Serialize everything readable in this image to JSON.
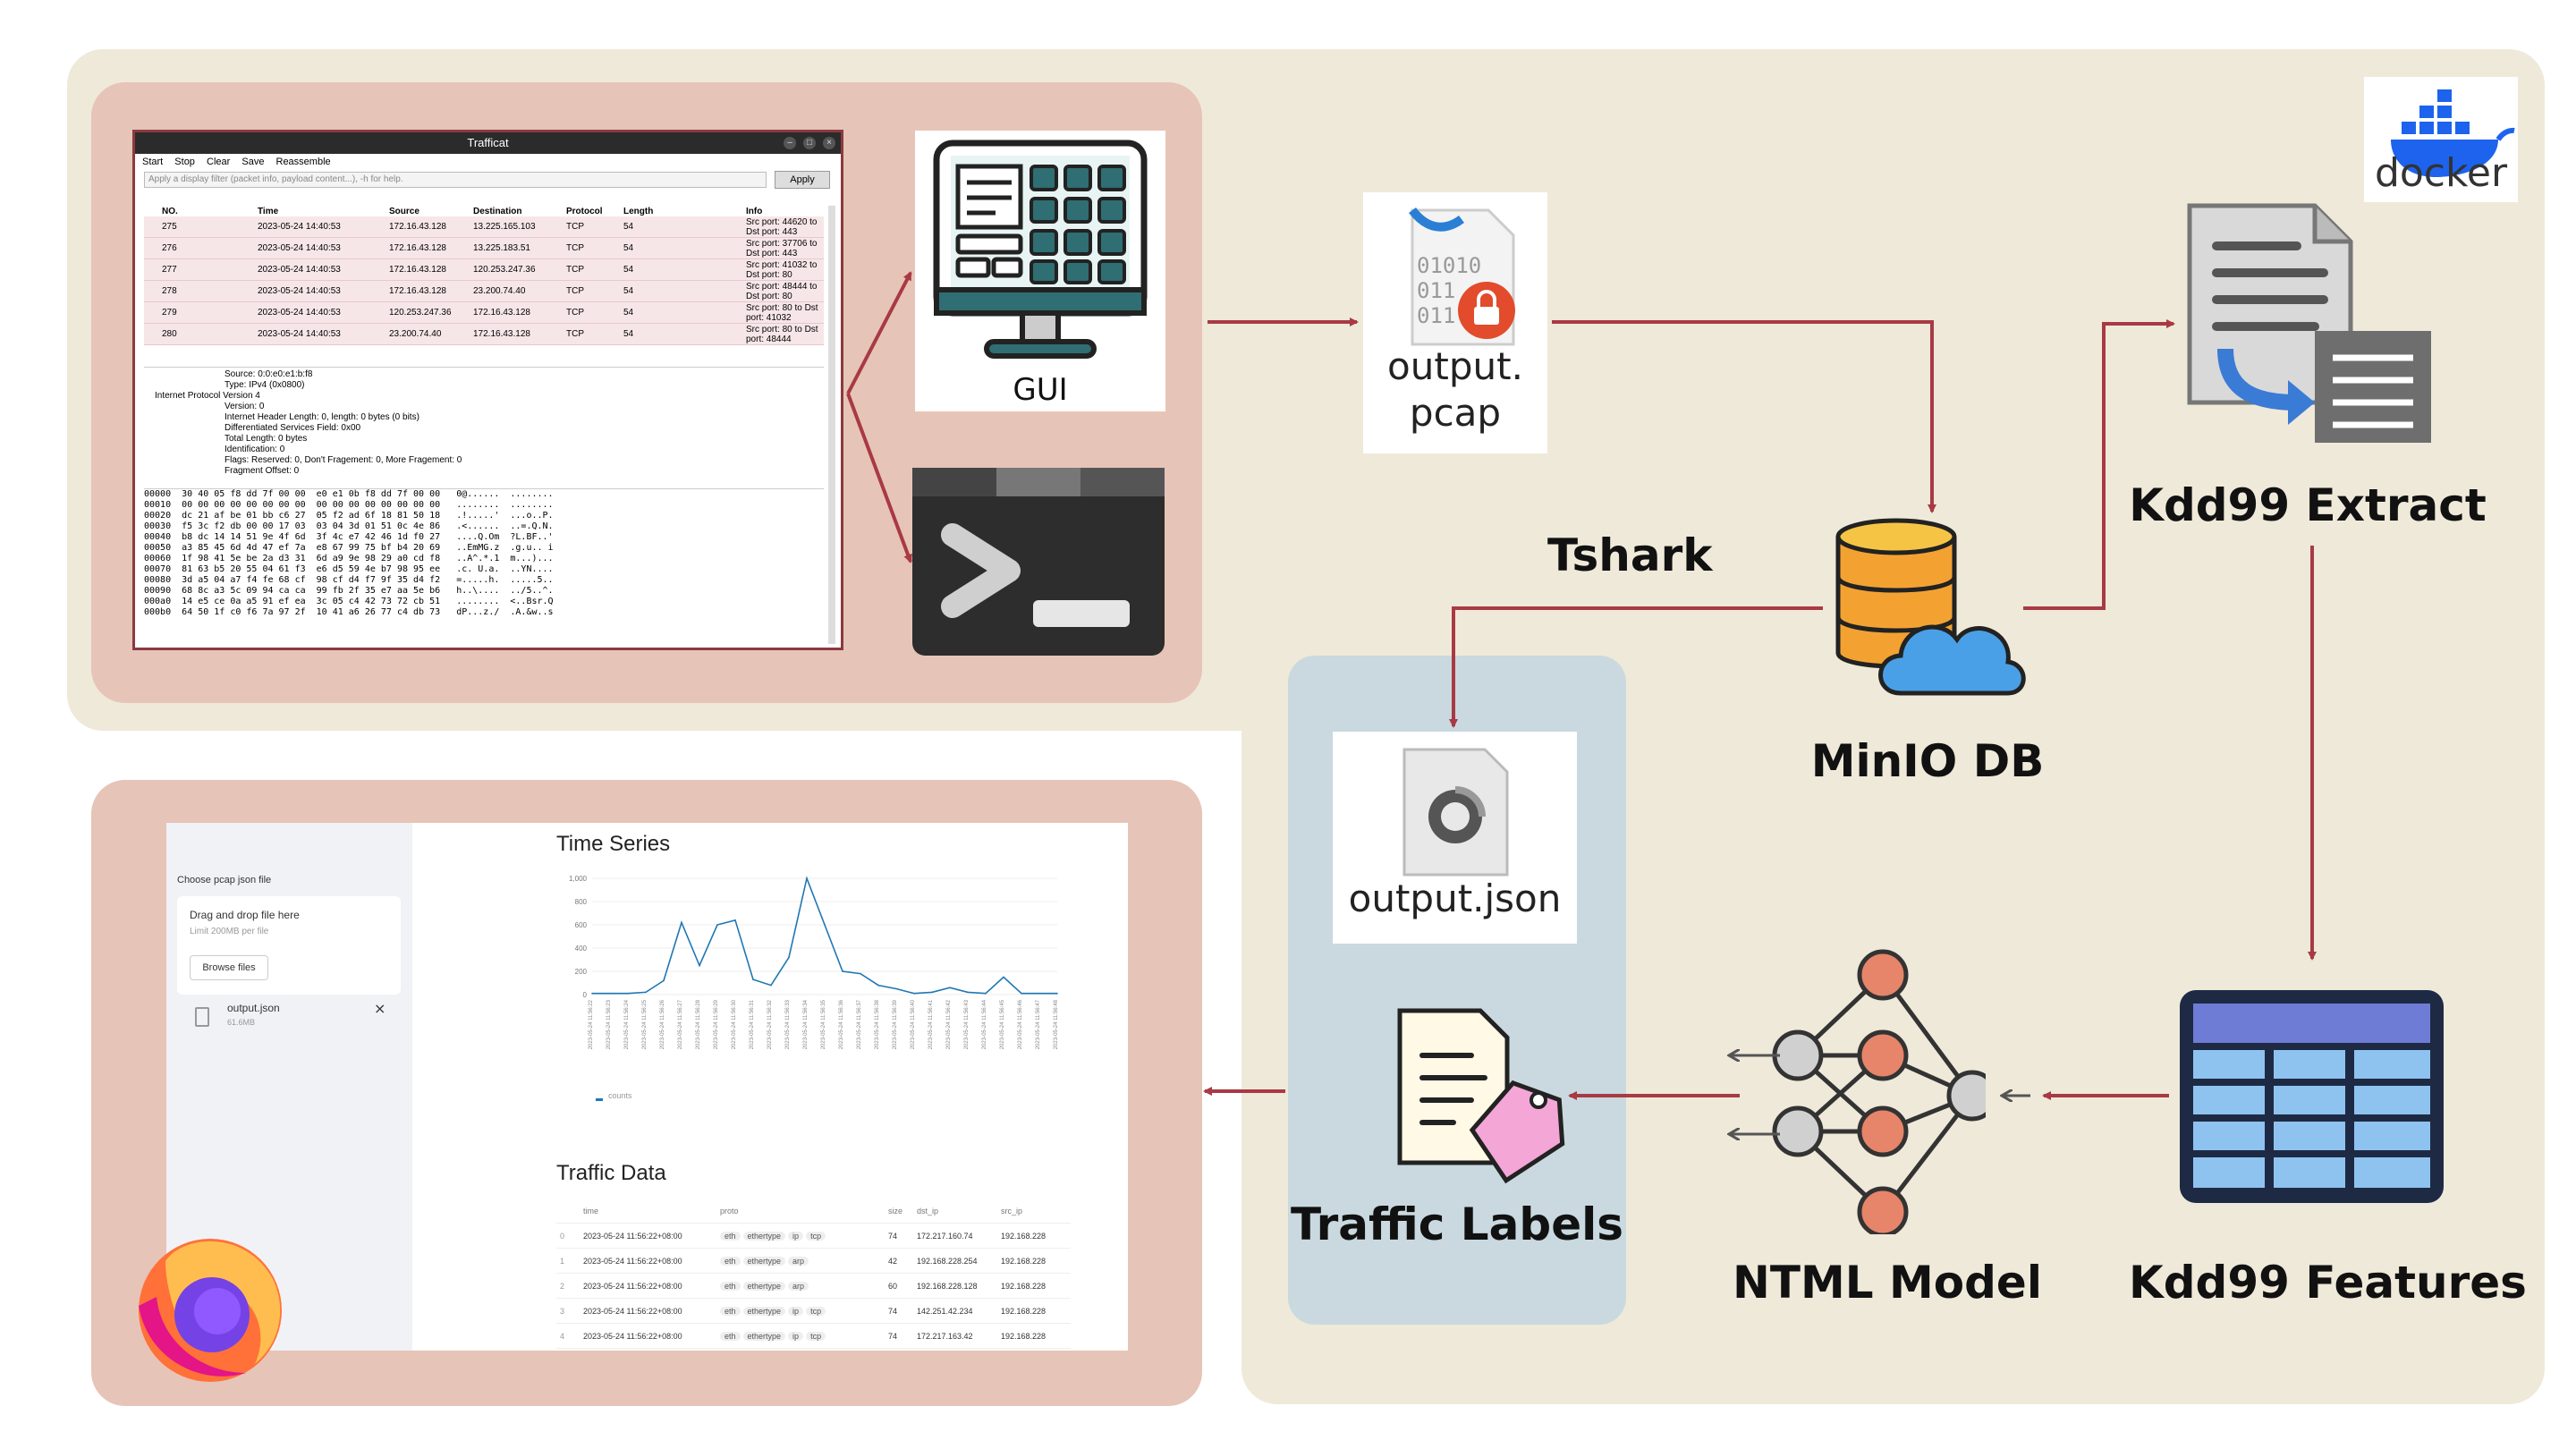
{
  "trafficat": {
    "title": "Trafficat",
    "menu": [
      "Start",
      "Stop",
      "Clear",
      "Save",
      "Reassemble"
    ],
    "filter_placeholder": "Apply a display filter (packet info, payload content...), -h for help.",
    "apply_label": "Apply",
    "columns": [
      "NO.",
      "Time",
      "Source",
      "Destination",
      "Protocol",
      "Length",
      "Info"
    ],
    "rows": [
      [
        "275",
        "2023-05-24 14:40:53",
        "172.16.43.128",
        "13.225.165.103",
        "TCP",
        "54",
        "Src port: 44620 to Dst port: 443"
      ],
      [
        "276",
        "2023-05-24 14:40:53",
        "172.16.43.128",
        "13.225.183.51",
        "TCP",
        "54",
        "Src port: 37706 to Dst port: 443"
      ],
      [
        "277",
        "2023-05-24 14:40:53",
        "172.16.43.128",
        "120.253.247.36",
        "TCP",
        "54",
        "Src port: 41032 to Dst port: 80"
      ],
      [
        "278",
        "2023-05-24 14:40:53",
        "172.16.43.128",
        "23.200.74.40",
        "TCP",
        "54",
        "Src port: 48444 to Dst port: 80"
      ],
      [
        "279",
        "2023-05-24 14:40:53",
        "120.253.247.36",
        "172.16.43.128",
        "TCP",
        "54",
        "Src port: 80 to Dst port: 41032"
      ],
      [
        "280",
        "2023-05-24 14:40:53",
        "23.200.74.40",
        "172.16.43.128",
        "TCP",
        "54",
        "Src port: 80 to Dst port: 48444"
      ]
    ],
    "details": [
      "Source: 0:0:e0:e1:b:f8",
      "Type: IPv4 (0x0800)",
      "Internet Protocol Version 4",
      "Version: 0",
      "Internet Header Length: 0, length: 0 bytes (0 bits)",
      "Differentiated Services Field: 0x00",
      "Total Length: 0 bytes",
      "Identification: 0",
      "Flags: Reserved: 0, Don't Fragement: 0, More Fragement: 0",
      "Fragment Offset: 0"
    ],
    "hex_lines": [
      "00000  30 40 05 f8 dd 7f 00 00  e0 e1 0b f8 dd 7f 00 00   0@......  ........",
      "00010  00 00 00 00 00 00 00 00  00 00 00 00 00 00 00 00   ........  ........",
      "00020  dc 21 af be 01 bb c6 27  05 f2 ad 6f 18 81 50 18   .!.....'  ...o..P.",
      "00030  f5 3c f2 db 00 00 17 03  03 04 3d 01 51 0c 4e 86   .<......  ..=.Q.N.",
      "00040  b8 dc 14 14 51 9e 4f 6d  3f 4c e7 42 46 1d f0 27   ....Q.Om  ?L.BF..'",
      "00050  a3 85 45 6d 4d 47 ef 7a  e8 67 99 75 bf b4 20 69   ..EmMG.z  .g.u.. i",
      "00060  1f 98 41 5e be 2a d3 31  6d a9 9e 98 29 a0 cd f8   ..A^.*.1  m...)...",
      "00070  81 63 b5 20 55 04 61 f3  e6 d5 59 4e b7 98 95 ee   .c. U.a.  ..YN....",
      "00080  3d a5 04 a7 f4 fe 68 cf  98 cf d4 f7 9f 35 d4 f2   =.....h.  .....5..",
      "00090  68 8c a3 5c 09 94 ca ca  99 fb 2f 35 e7 aa 5e b6   h..\\....  ../5..^.",
      "000a0  14 e5 ce 0a a5 91 ef ea  3c 05 c4 42 73 72 cb 51   ........  <..Bsr.Q",
      "000b0  64 50 1f c0 f6 7a 97 2f  10 41 a6 26 77 c4 db 73   dP...z./  .A.&w..s"
    ]
  },
  "labels": {
    "gui": "GUI",
    "output_pcap_line1": "output.",
    "output_pcap_line2": "pcap",
    "pcap_bits": [
      "01010",
      "011",
      "011"
    ],
    "tshark": "Tshark",
    "minio": "MinIO DB",
    "kdd99_extract": "Kdd99 Extract",
    "kdd99_features": "Kdd99 Features",
    "ntml_model": "NTML Model",
    "traffic_labels": "Traffic Labels",
    "output_json": "output.json",
    "docker": "docker"
  },
  "streamlit": {
    "upload_label": "Choose pcap json file",
    "dropzone_title": "Drag and drop file here",
    "dropzone_limit": "Limit 200MB per file",
    "browse_label": "Browse files",
    "file_name": "output.json",
    "file_size": "61.6MB",
    "time_series_title": "Time Series",
    "traffic_data_title": "Traffic Data",
    "table_columns": [
      "",
      "time",
      "proto",
      "size",
      "dst_ip",
      "src_ip"
    ],
    "table_rows": [
      {
        "idx": "0",
        "time": "2023-05-24 11:56:22+08:00",
        "proto": [
          "eth",
          "ethertype",
          "ip",
          "tcp"
        ],
        "size": "74",
        "dst_ip": "172.217.160.74",
        "src_ip": "192.168.228"
      },
      {
        "idx": "1",
        "time": "2023-05-24 11:56:22+08:00",
        "proto": [
          "eth",
          "ethertype",
          "arp"
        ],
        "size": "42",
        "dst_ip": "192.168.228.254",
        "src_ip": "192.168.228"
      },
      {
        "idx": "2",
        "time": "2023-05-24 11:56:22+08:00",
        "proto": [
          "eth",
          "ethertype",
          "arp"
        ],
        "size": "60",
        "dst_ip": "192.168.228.128",
        "src_ip": "192.168.228"
      },
      {
        "idx": "3",
        "time": "2023-05-24 11:56:22+08:00",
        "proto": [
          "eth",
          "ethertype",
          "ip",
          "tcp"
        ],
        "size": "74",
        "dst_ip": "142.251.42.234",
        "src_ip": "192.168.228"
      },
      {
        "idx": "4",
        "time": "2023-05-24 11:56:22+08:00",
        "proto": [
          "eth",
          "ethertype",
          "ip",
          "tcp"
        ],
        "size": "74",
        "dst_ip": "172.217.163.42",
        "src_ip": "192.168.228"
      }
    ]
  },
  "chart_data": {
    "type": "line",
    "title": "Time Series",
    "legend": [
      "counts"
    ],
    "yticks": [
      0,
      200,
      400,
      600,
      800,
      1000
    ],
    "ylim": [
      0,
      1000
    ],
    "x": [
      "2023-05-24 11:56:22",
      "2023-05-24 11:56:23",
      "2023-05-24 11:56:24",
      "2023-05-24 11:56:25",
      "2023-05-24 11:56:26",
      "2023-05-24 11:56:27",
      "2023-05-24 11:56:28",
      "2023-05-24 11:56:29",
      "2023-05-24 11:56:30",
      "2023-05-24 11:56:31",
      "2023-05-24 11:56:32",
      "2023-05-24 11:56:33",
      "2023-05-24 11:56:34",
      "2023-05-24 11:56:35",
      "2023-05-24 11:56:36",
      "2023-05-24 11:56:37",
      "2023-05-24 11:56:38",
      "2023-05-24 11:56:39",
      "2023-05-24 11:56:40",
      "2023-05-24 11:56:41",
      "2023-05-24 11:56:42",
      "2023-05-24 11:56:43",
      "2023-05-24 11:56:44",
      "2023-05-24 11:56:45",
      "2023-05-24 11:56:46",
      "2023-05-24 11:56:47",
      "2023-05-24 11:56:48"
    ],
    "series": [
      {
        "name": "counts",
        "values": [
          10,
          10,
          10,
          20,
          120,
          620,
          250,
          600,
          640,
          130,
          80,
          320,
          1000,
          600,
          200,
          180,
          80,
          50,
          10,
          20,
          60,
          20,
          10,
          150,
          10,
          10,
          10
        ]
      }
    ],
    "colors": {
      "line": "#1f77b4"
    }
  },
  "colors": {
    "arrow": "#a83a44",
    "beige": "#efe9d9",
    "pink": "#e7c4b8",
    "blue_panel": "#c9d9df"
  }
}
